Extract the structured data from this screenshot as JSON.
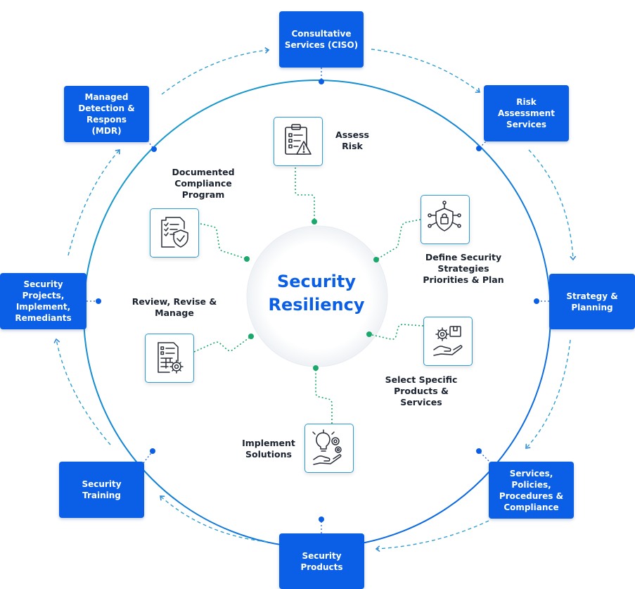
{
  "center_title": "Security\nResiliency",
  "outer_boxes": {
    "ciso": "Consultative\nServices (CISO)",
    "risk": "Risk\nAssessment\nServices",
    "strategy": "Strategy &\nPlanning",
    "policies": "Services,\nPolicies,\nProcedures &\nCompliance",
    "products": "Security\nProducts",
    "training": "Security\nTraining",
    "projects": "Security\nProjects,\nImplement,\nRemediants",
    "mdr": "Managed\nDetection &\nRespons\n(MDR)"
  },
  "inner_steps": {
    "assess": "Assess\nRisk",
    "define": "Define Security\nStrategies\nPriorities & Plan",
    "select": "Select Specific\nProducts &\nServices",
    "implement": "Implement\nSolutions",
    "review": "Review, Revise &\nManage",
    "documented": "Documented\nCompliance\nProgram"
  },
  "icons": {
    "assess": "clipboard-warning-icon",
    "define": "shield-lock-network-icon",
    "select": "hand-gears-box-icon",
    "implement": "lightbulb-gears-hand-icon",
    "review": "document-gear-icon",
    "documented": "document-shield-check-icon"
  },
  "colors": {
    "primary_blue": "#0a5fe6",
    "accent_green": "#1aa86b",
    "dashed_teal": "#2fb4c8",
    "text_dark": "#1b2330"
  }
}
